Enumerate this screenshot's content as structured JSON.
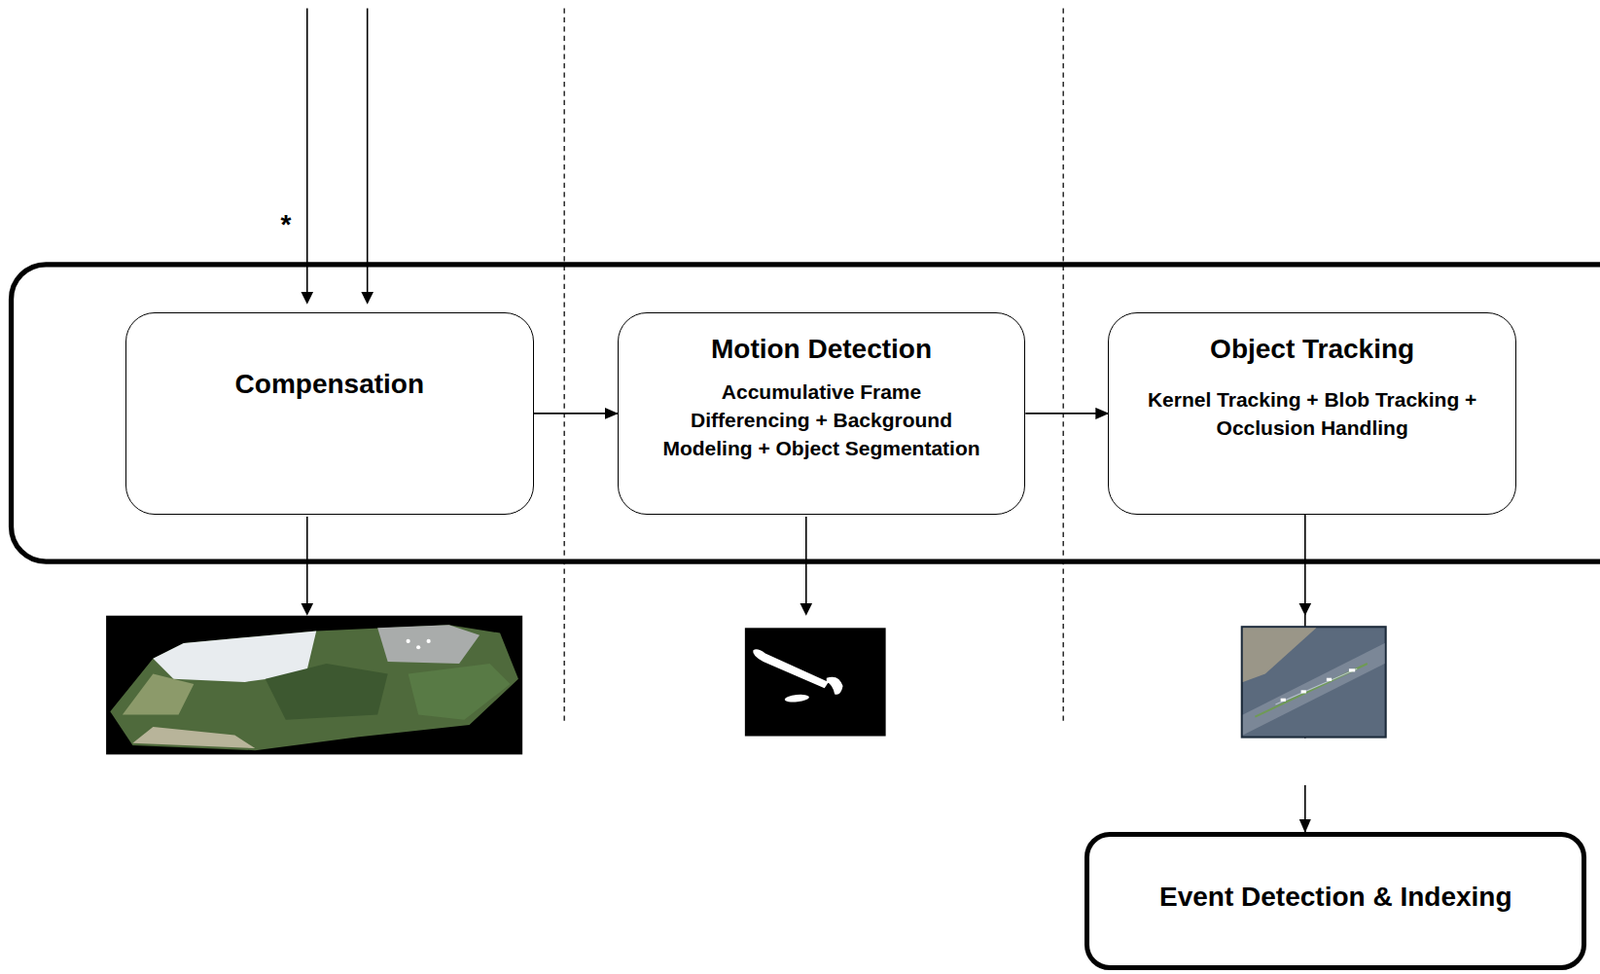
{
  "diagram": {
    "nodes": [
      {
        "text": [
          "Compensation"
        ]
      },
      {
        "text": [
          "Motion Detection",
          "Accumulative Frame Differencing + Background Modeling + Object Segmentation"
        ]
      },
      {
        "text": [
          "Object Tracking",
          "Kernel Tracking + Blob Tracking + Occlusion Handling"
        ]
      },
      {
        "text": [
          "Event Detection & Indexing"
        ]
      }
    ],
    "edges": [
      {
        "from": 0,
        "to": 1,
        "arrow": "to"
      },
      {
        "from": 1,
        "to": 2,
        "arrow": "to"
      },
      {
        "from": 2,
        "to": 3,
        "arrow": "to"
      }
    ],
    "labels": [
      "*"
    ]
  }
}
